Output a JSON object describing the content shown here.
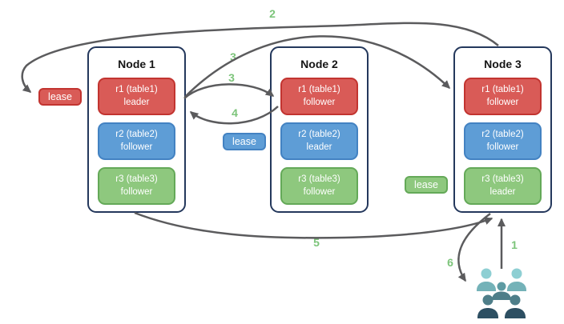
{
  "nodes": [
    {
      "title": "Node 1",
      "replicas": [
        {
          "name": "r1 (table1)",
          "role": "leader"
        },
        {
          "name": "r2 (table2)",
          "role": "follower"
        },
        {
          "name": "r3 (table3)",
          "role": "follower"
        }
      ]
    },
    {
      "title": "Node 2",
      "replicas": [
        {
          "name": "r1 (table1)",
          "role": "follower"
        },
        {
          "name": "r2 (table2)",
          "role": "leader"
        },
        {
          "name": "r3 (table3)",
          "role": "follower"
        }
      ]
    },
    {
      "title": "Node 3",
      "replicas": [
        {
          "name": "r1 (table1)",
          "role": "follower"
        },
        {
          "name": "r2 (table2)",
          "role": "follower"
        },
        {
          "name": "r3 (table3)",
          "role": "leader"
        }
      ]
    }
  ],
  "leases": {
    "r1": "lease",
    "r2": "lease",
    "r3": "lease"
  },
  "steps": {
    "s1": "1",
    "s2": "2",
    "s3a": "3",
    "s3b": "3",
    "s4": "4",
    "s5": "5",
    "s6": "6"
  },
  "icons": {
    "users_group": "users-group-icon"
  },
  "colors": {
    "replica-red": "#d95b57",
    "replica-red-border": "#c23430",
    "replica-blue": "#5e9dd6",
    "replica-blue-border": "#4382c2",
    "replica-green": "#8ec87e",
    "replica-green-border": "#64a958",
    "node-border": "#24385c",
    "arrow": "#5b5b5d",
    "step-number": "#7cc47a",
    "users-light": "#8ecfd3",
    "users-medium": "#74b2b8",
    "users-mid": "#5e9ba3",
    "users-slate": "#4e7e89",
    "users-dark": "#2d4f62"
  }
}
